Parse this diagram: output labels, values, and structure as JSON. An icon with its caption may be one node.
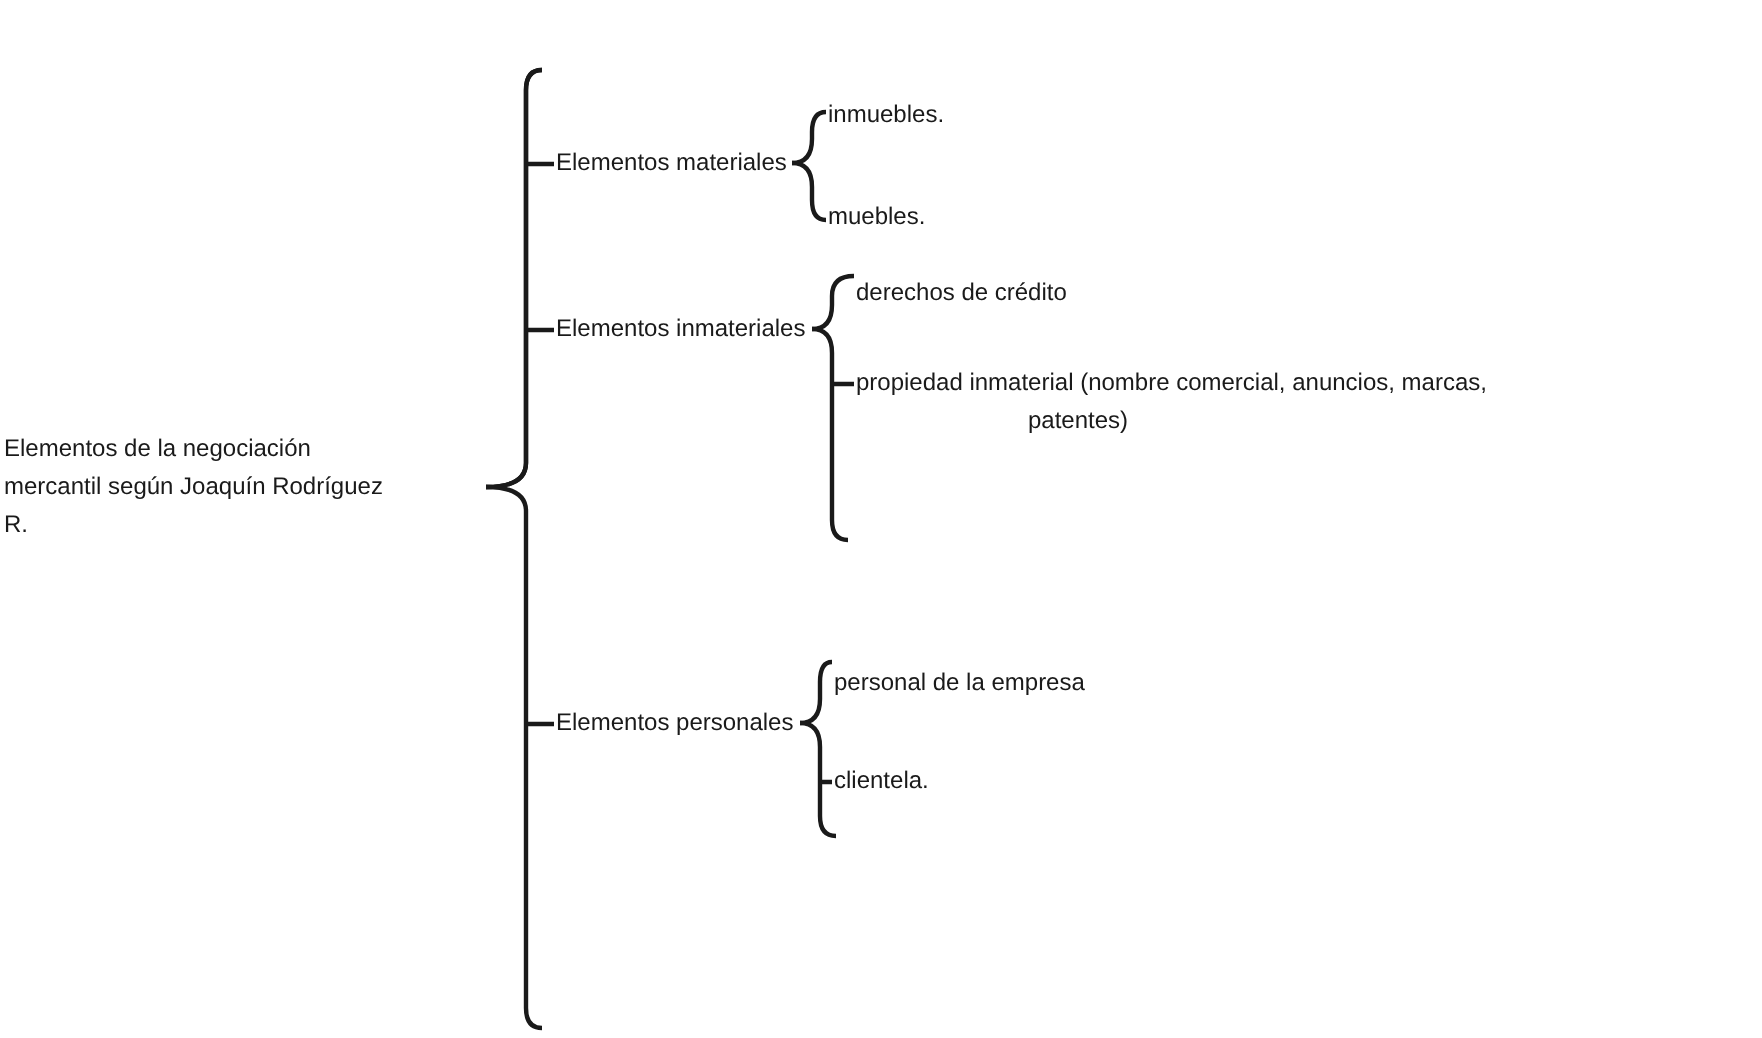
{
  "diagram": {
    "nodes": [
      {
        "text": [
          "Elementos de la negociación mercantil según Joaquín Rodríguez R."
        ]
      },
      {
        "text": [
          "Elementos materiales"
        ]
      },
      {
        "text": [
          "inmuebles."
        ]
      },
      {
        "text": [
          "muebles."
        ]
      },
      {
        "text": [
          "Elementos inmateriales"
        ]
      },
      {
        "text": [
          "derechos de crédito"
        ]
      },
      {
        "text": [
          "propiedad inmaterial (nombre comercial, anuncios, marcas, patentes)"
        ]
      },
      {
        "text": [
          "Elementos personales"
        ]
      },
      {
        "text": [
          "personal de la empresa"
        ]
      },
      {
        "text": [
          "clientela."
        ]
      }
    ],
    "edges": [
      {
        "from": 0,
        "to": 1,
        "arrow": "none"
      },
      {
        "from": 0,
        "to": 4,
        "arrow": "none"
      },
      {
        "from": 0,
        "to": 7,
        "arrow": "none"
      },
      {
        "from": 1,
        "to": 2,
        "arrow": "none"
      },
      {
        "from": 1,
        "to": 3,
        "arrow": "none"
      },
      {
        "from": 4,
        "to": 5,
        "arrow": "none"
      },
      {
        "from": 4,
        "to": 6,
        "arrow": "none"
      },
      {
        "from": 7,
        "to": 8,
        "arrow": "none"
      },
      {
        "from": 7,
        "to": 9,
        "arrow": "none"
      }
    ]
  }
}
